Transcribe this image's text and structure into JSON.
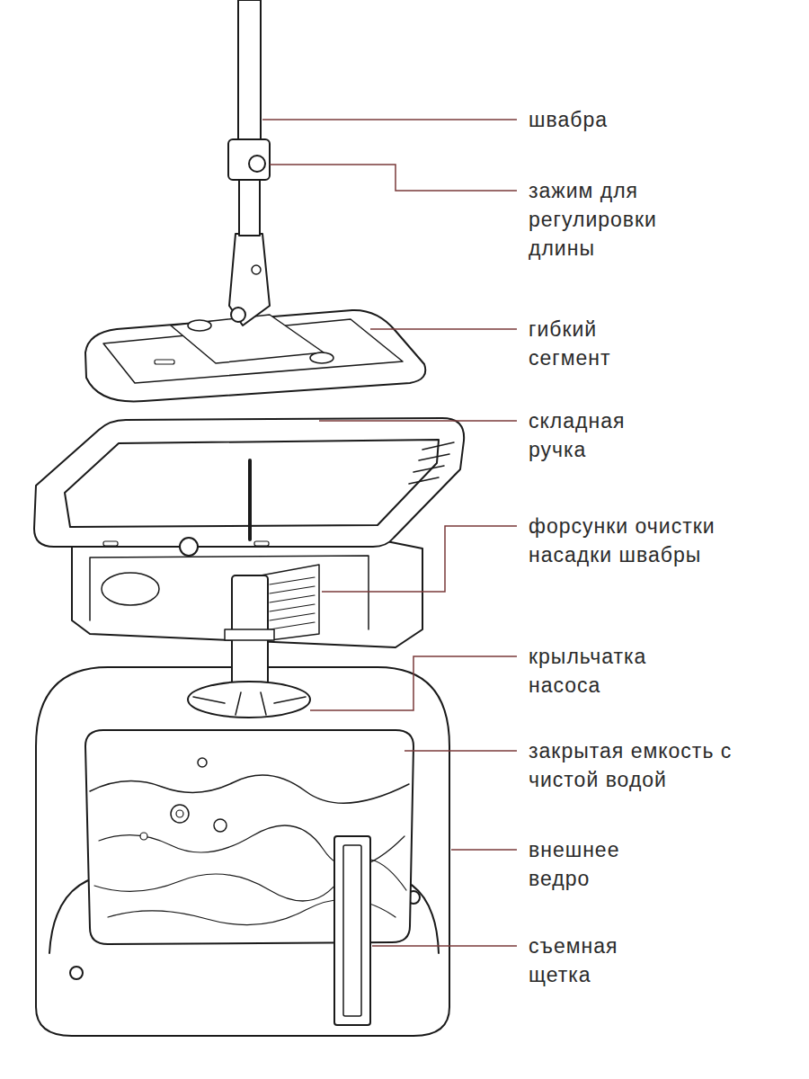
{
  "diagram": {
    "labels": [
      "швабра",
      "зажим для регулировки длины",
      "гибкий сегмент",
      "складная ручка",
      "форсунки очистки насадки швабры",
      "крыльчатка насоса",
      "закрытая емкость с чистой водой",
      "внешнее ведро",
      "съемная щетка"
    ]
  }
}
